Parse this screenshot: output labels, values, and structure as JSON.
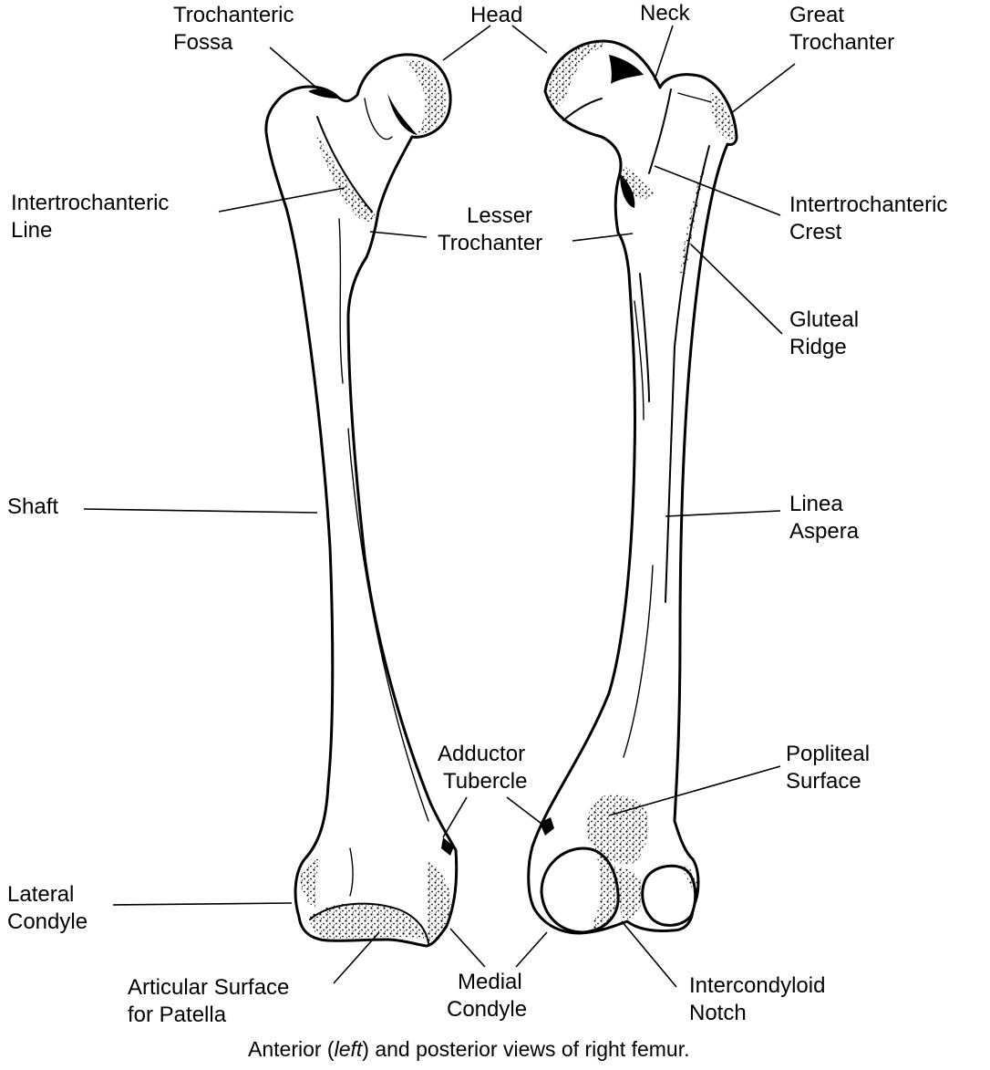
{
  "labels": {
    "trochanteric_fossa": [
      "Trochanteric",
      "Fossa"
    ],
    "head": "Head",
    "neck": "Neck",
    "great_trochanter": [
      "Great",
      "Trochanter"
    ],
    "intertrochanteric_line": [
      "Intertrochanteric",
      "Line"
    ],
    "lesser_trochanter": [
      "Lesser",
      "Trochanter"
    ],
    "intertrochanteric_crest": [
      "Intertrochanteric",
      "Crest"
    ],
    "gluteal_ridge": [
      "Gluteal",
      "Ridge"
    ],
    "shaft": "Shaft",
    "linea_aspera": [
      "Linea",
      "Aspera"
    ],
    "adductor_tubercle": [
      "Adductor",
      "Tubercle"
    ],
    "popliteal_surface": [
      "Popliteal",
      "Surface"
    ],
    "lateral_condyle": [
      "Lateral",
      "Condyle"
    ],
    "articular_surface": [
      "Articular Surface",
      "for Patella"
    ],
    "medial_condyle": [
      "Medial",
      "Condyle"
    ],
    "intercondyloid_notch": [
      "Intercondyloid",
      "Notch"
    ]
  },
  "caption": {
    "before": "Anterior (",
    "italic": "left",
    "after": ") and posterior views of right femur."
  }
}
